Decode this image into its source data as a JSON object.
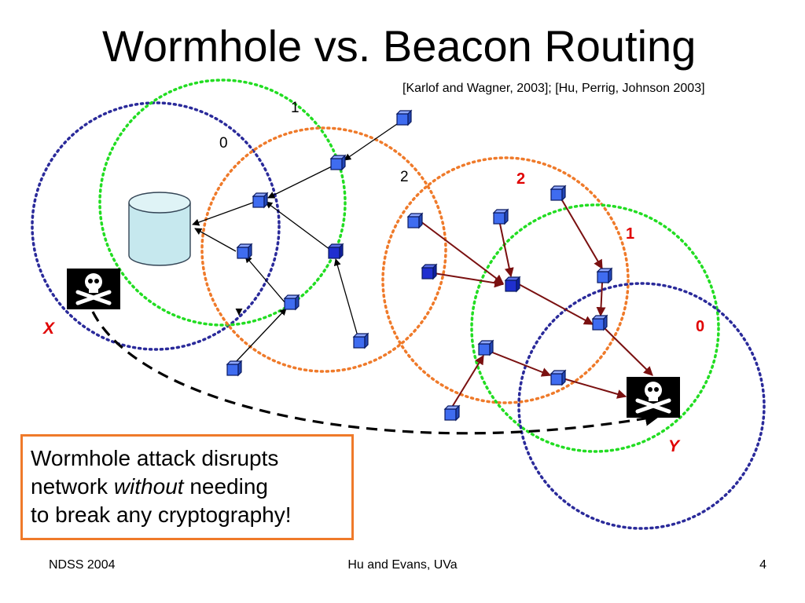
{
  "title": "Wormhole vs. Beacon Routing",
  "citation": "[Karlof and Wagner, 2003]; [Hu, Perrig, Johnson 2003]",
  "left_labels": {
    "hop_1": "1",
    "hop_0": "0",
    "hop_2": "2"
  },
  "right_labels": {
    "hop_2": "2",
    "hop_1": "1",
    "hop_0": "0"
  },
  "attackers": {
    "x": "X",
    "y": "Y"
  },
  "callout": {
    "line1": "Wormhole attack disrupts",
    "line2_pre": "network ",
    "line2_em": "without",
    "line2_post": " needing",
    "line3": "to break any cryptography!"
  },
  "footer": {
    "left": "NDSS 2004",
    "center": "Hu and Evans, UVa",
    "page": "4"
  },
  "colors": {
    "range_green": "#22dd22",
    "range_orange": "#ef7a2a",
    "range_blue": "#2a2a9a",
    "attack_arrow": "#7a1010",
    "label_red": "#e00000",
    "node_fill": "#3f6cf0"
  },
  "icons": {
    "base_station": "database-cylinder-icon",
    "attacker": "skull-crossbones-icon"
  }
}
